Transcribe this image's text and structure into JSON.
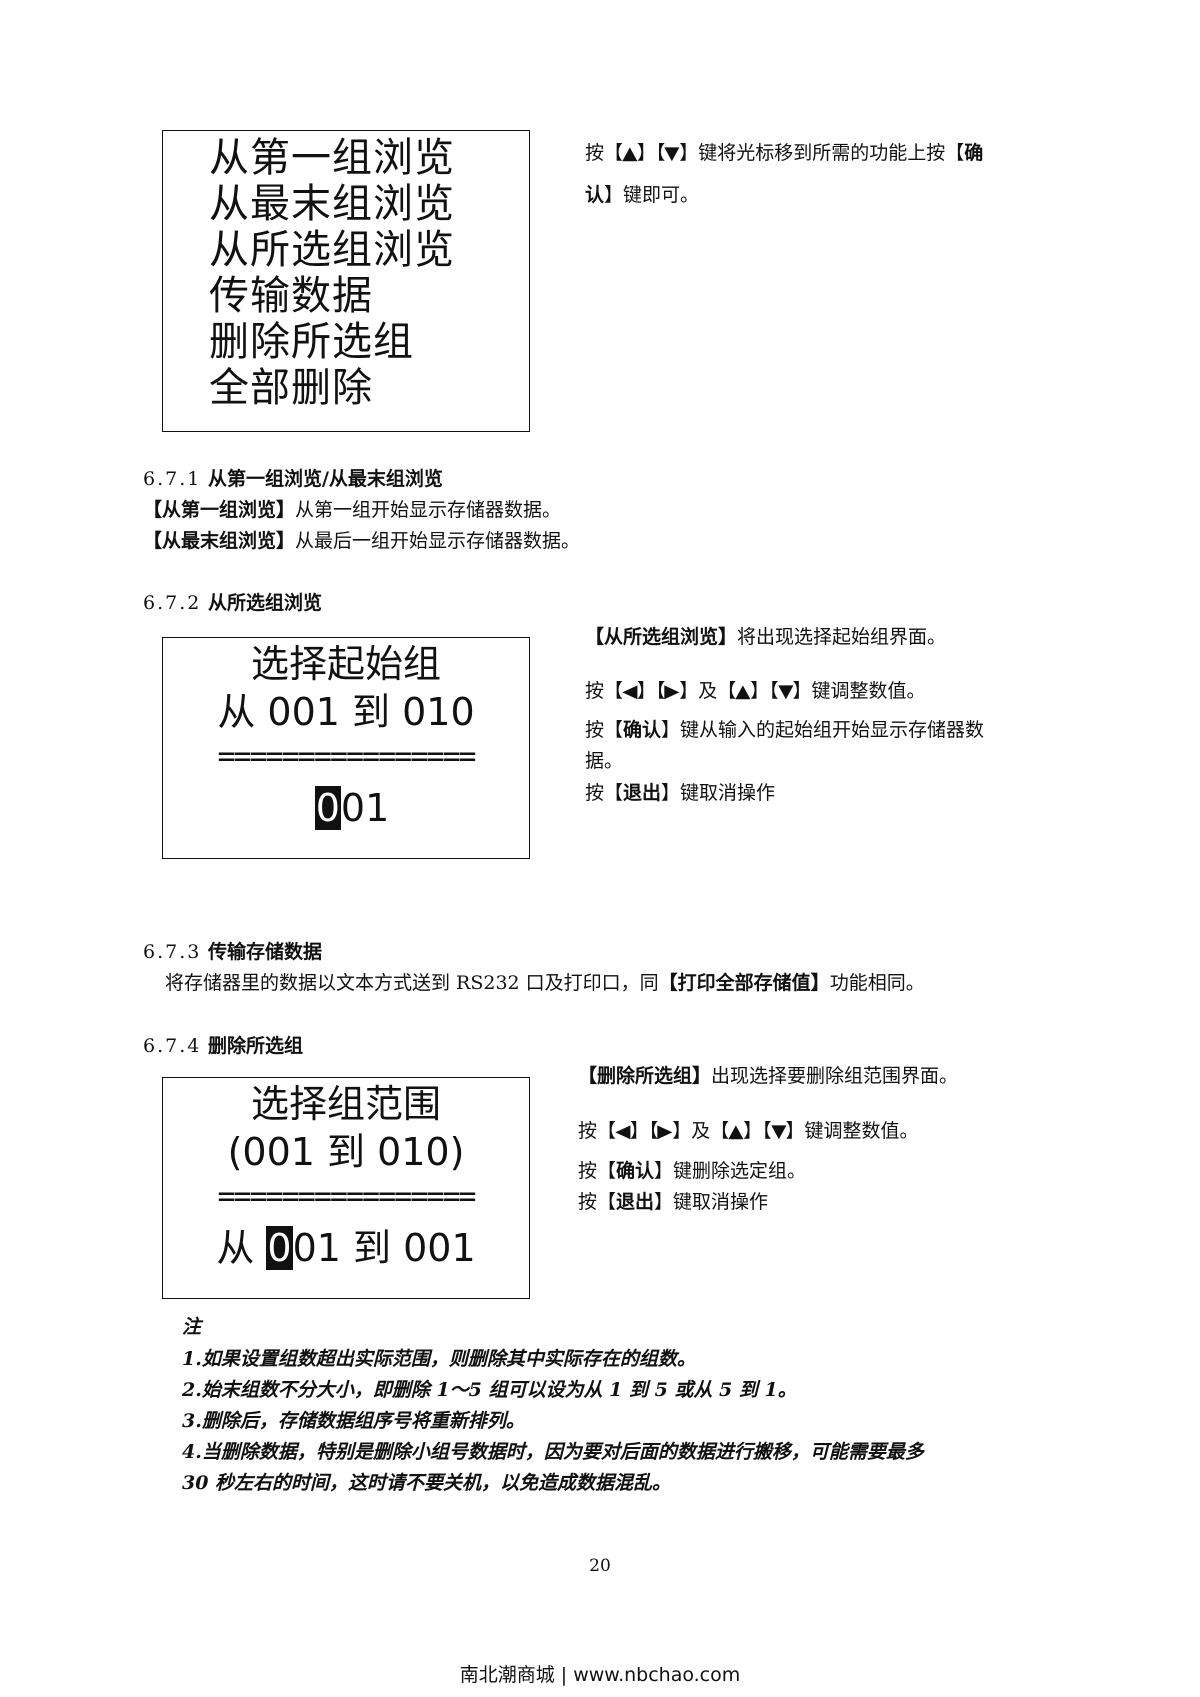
{
  "menu_screen": {
    "items": [
      "从第一组浏览",
      "从最末组浏览",
      "从所选组浏览",
      "传输数据",
      "删除所选组",
      "全部删除"
    ]
  },
  "menu_desc": {
    "line1_a": "按【",
    "line1_b": "】【",
    "line1_c": "】键将光标移到所需的功能上按【",
    "line1_d": "确",
    "line2_a": "认",
    "line2_b": "】键即可。"
  },
  "sec_671": {
    "number": "6.7.1",
    "title": "从第一组浏览/从最末组浏览",
    "line1_key": "【从第一组浏览】",
    "line1_text": "从第一组开始显示存储器数据。",
    "line2_key": "【从最末组浏览】",
    "line2_text": "从最后一组开始显示存储器数据。"
  },
  "sec_672": {
    "number": "6.7.2",
    "title": "从所选组浏览",
    "screen": {
      "title": "选择起始组",
      "range": "从 001 到 010",
      "separator": "================",
      "cursor_digit": "0",
      "value_rest": "01"
    },
    "desc": {
      "line1_key": "【从所选组浏览】",
      "line1_text": "将出现选择起始组界面。",
      "line2_a": "按【",
      "line2_b": "】【",
      "line2_c": "】及【",
      "line2_d": "】【",
      "line2_e": "】键调整数值。",
      "line3_a": "按【",
      "line3_key": "确认",
      "line3_b": "】键从输入的起始组开始显示存储器数",
      "line4": "据。",
      "line5_a": "按【",
      "line5_key": "退出",
      "line5_b": "】键取消操作"
    }
  },
  "sec_673": {
    "number": "6.7.3",
    "title": "传输存储数据",
    "text_a": "将存储器里的数据以文本方式送到 RS232 口及打印口，同",
    "text_key": "【打印全部存储值】",
    "text_b": "功能相同。"
  },
  "sec_674": {
    "number": "6.7.4",
    "title": "删除所选组",
    "screen": {
      "title": "选择组范围",
      "range": "(001 到 010)",
      "separator": "================",
      "prefix": "从 ",
      "cursor_digit": "0",
      "value_rest": "01 到 001"
    },
    "desc": {
      "line1_key": "【删除所选组】",
      "line1_text": "出现选择要删除组范围界面。",
      "line2_a": "按【",
      "line2_b": "】【",
      "line2_c": "】及【",
      "line2_d": "】【",
      "line2_e": "】键调整数值。",
      "line3_a": "按【",
      "line3_key": "确认",
      "line3_b": "】键删除选定组。",
      "line4_a": "按【",
      "line4_key": "退出",
      "line4_b": "】键取消操作"
    }
  },
  "notes": {
    "heading": "注",
    "items": [
      "1.如果设置组数超出实际范围，则删除其中实际存在的组数。",
      "2.始末组数不分大小，即删除 1～5 组可以设为从 1 到 5 或从 5 到 1。",
      "3.删除后，存储数据组序号将重新排列。",
      "4.当删除数据，特别是删除小组号数据时，因为要对后面的数据进行搬移，可能需要最多",
      "30 秒左右的时间，这时请不要关机，以免造成数据混乱。"
    ]
  },
  "page_number": "20",
  "footer": "南北潮商城 | www.nbchao.com",
  "icons": {
    "up": "up-arrow-icon",
    "down": "down-arrow-icon",
    "left": "left-arrow-icon",
    "right": "right-arrow-icon"
  }
}
